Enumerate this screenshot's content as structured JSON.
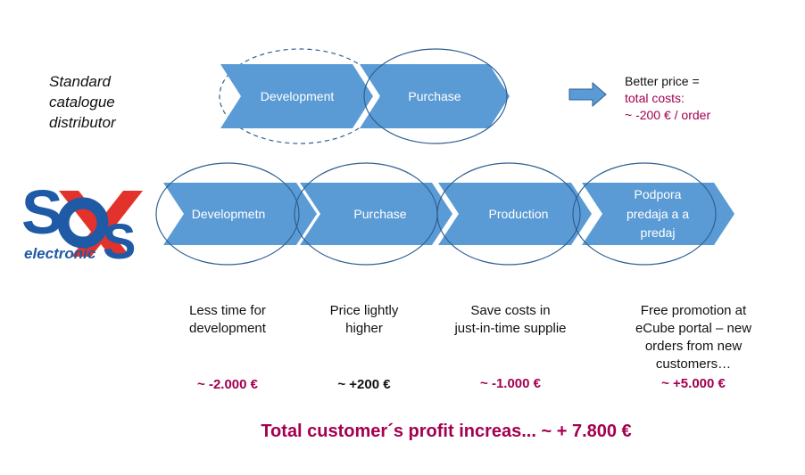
{
  "standard": {
    "label_lines": [
      "Standard",
      "catalogue",
      "distributor"
    ],
    "steps": [
      {
        "label": "Development"
      },
      {
        "label": "Purchase"
      }
    ],
    "better": {
      "line1": "Better price =",
      "line2": "total costs:",
      "line3": "~ -200 € / order"
    }
  },
  "sos": {
    "logo": {
      "letters": "SOS",
      "word": "electronic"
    },
    "steps": [
      {
        "label_lines": [
          "Developmetn"
        ]
      },
      {
        "label_lines": [
          "Purchase"
        ]
      },
      {
        "label_lines": [
          "Production"
        ]
      },
      {
        "label_lines": [
          "Podpora",
          "predaja a a",
          "predaj"
        ]
      }
    ]
  },
  "benefits": [
    {
      "lines": [
        "Less time for",
        "development"
      ],
      "value": "~  -2.000 €"
    },
    {
      "lines": [
        "Price lightly",
        "higher"
      ],
      "value": "~ +200 €"
    },
    {
      "lines": [
        "Save costs in",
        "just-in-time  supplie"
      ],
      "value": "~  -1.000 €"
    },
    {
      "lines": [
        "Free promotion at",
        "eCube portal – new",
        "orders from new",
        "customers…"
      ],
      "value": "~ +5.000 €"
    }
  ],
  "total": "Total customer´s profit increas... ~ + 7.800 €",
  "colors": {
    "chevron": "#5b9bd5",
    "ellipse_stroke": "#2e5f91",
    "accent": "#a3004f",
    "logo_blue": "#1f5aa6",
    "logo_red": "#e2322b"
  }
}
